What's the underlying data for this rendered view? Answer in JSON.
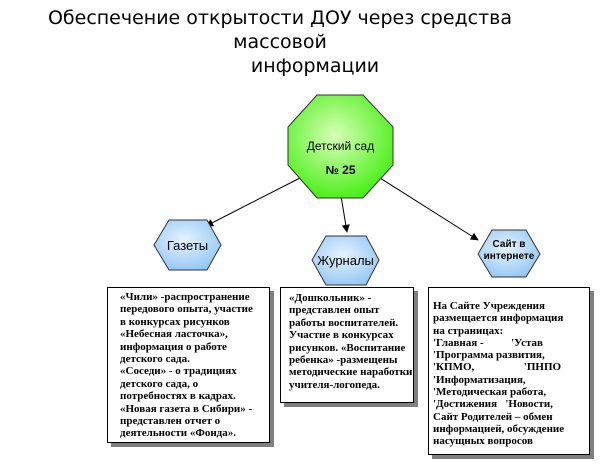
{
  "title": {
    "line1": "Обеспечение открытости ДОУ через средства массовой",
    "line2": "информации"
  },
  "center": {
    "line1": "Детский сад",
    "line2": "№ 25"
  },
  "nodes": {
    "gazety": "Газеты",
    "zhurnaly": "Журналы",
    "sait_line1": "Сайт в",
    "sait_line2": "интернете"
  },
  "boxes": {
    "gazety_lines": [
      "«Чили» -распространение",
      "передового опыта, участие",
      "в конкурсах рисунков",
      "«Небесная ласточка»,",
      "информация о работе",
      "детского сада.",
      "«Соседи» - о традициях",
      "детского сада, о",
      "потребностях в кадрах.",
      "«Новая газета в Сибири» -",
      "представлен отчет о",
      "деятельности «Фонда»."
    ],
    "zhurnaly_lines": [
      "«Дошкольник» -",
      "представлен опыт",
      "работы воспитателей.",
      "Участие в конкурсах",
      "рисунков. «Воспитание",
      "ребенка» -размещены",
      "методические наработки",
      "учителя-логопеда."
    ],
    "sait_lines": [
      "На Сайте Учреждения",
      "размещается информация",
      "на страницах:",
      "'Главная -          'Устав",
      "'Программа развития,",
      "'КПМО,                  'ПНПО",
      "'Информатизация,",
      "'Методическая работа,",
      "'Достижения   'Новости,",
      "Сайт Родителей – обмен",
      "информацией, обсуждение",
      "насущных вопросов"
    ]
  },
  "colors": {
    "hex_fill": "#66ff33",
    "hex_fill_light": "#b7ff80",
    "node_fill": "#99ccff",
    "node_fill_light": "#dcefff"
  }
}
